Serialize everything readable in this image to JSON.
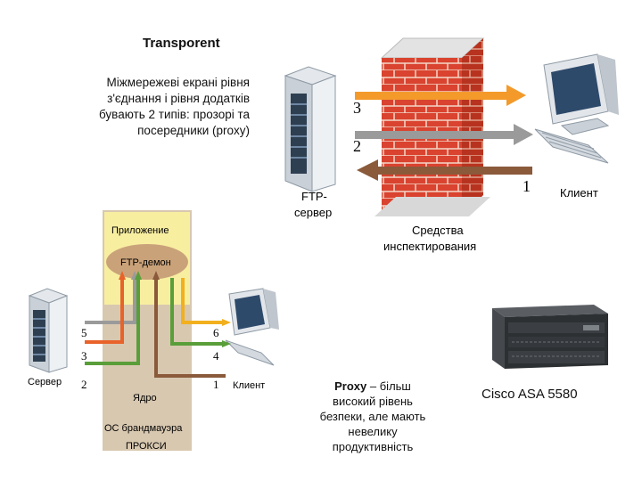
{
  "slide": {
    "title": "Transporent",
    "intro_lines": [
      "Міжмережеві екрані рівня",
      "з'єднання і рівня додатків",
      "бувають 2 типів: прозорі та",
      "посередники (proxy)"
    ],
    "proxy_bold": "Proxy",
    "proxy_rest_lines": [
      " – більш",
      "високий рівень",
      "безпеки, але мають",
      "невелику",
      "продуктивність"
    ],
    "asa_caption": "Cisco ASA 5580"
  },
  "firewall_diagram": {
    "arrow_numbers": [
      "3",
      "2",
      "1"
    ],
    "server_label_lines": [
      "FTP-",
      "сервер"
    ],
    "client_label": "Клиент",
    "inspect_label_lines": [
      "Средства",
      "инспектирования"
    ],
    "colors": {
      "orange": "#f39a2b",
      "gray": "#9a9a9a",
      "brown": "#8a5a3b",
      "brick": "#d9432f"
    }
  },
  "proxy_diagram": {
    "app_label": "Приложение",
    "daemon_label": "FTP-демон",
    "kernel_label": "Ядро",
    "os_label": "ОС брандмауэра",
    "bottom_label": "ПРОКСИ",
    "server_label": "Сервер",
    "client_label": "Клиент",
    "left_numbers": [
      "5",
      "3",
      "2"
    ],
    "right_numbers": [
      "6",
      "4",
      "1"
    ],
    "colors": {
      "gray": "#9a9a9a",
      "orange": "#e8632a",
      "green": "#5a9e3a",
      "yellow": "#f2b01e",
      "brown": "#8a5a3b"
    }
  }
}
